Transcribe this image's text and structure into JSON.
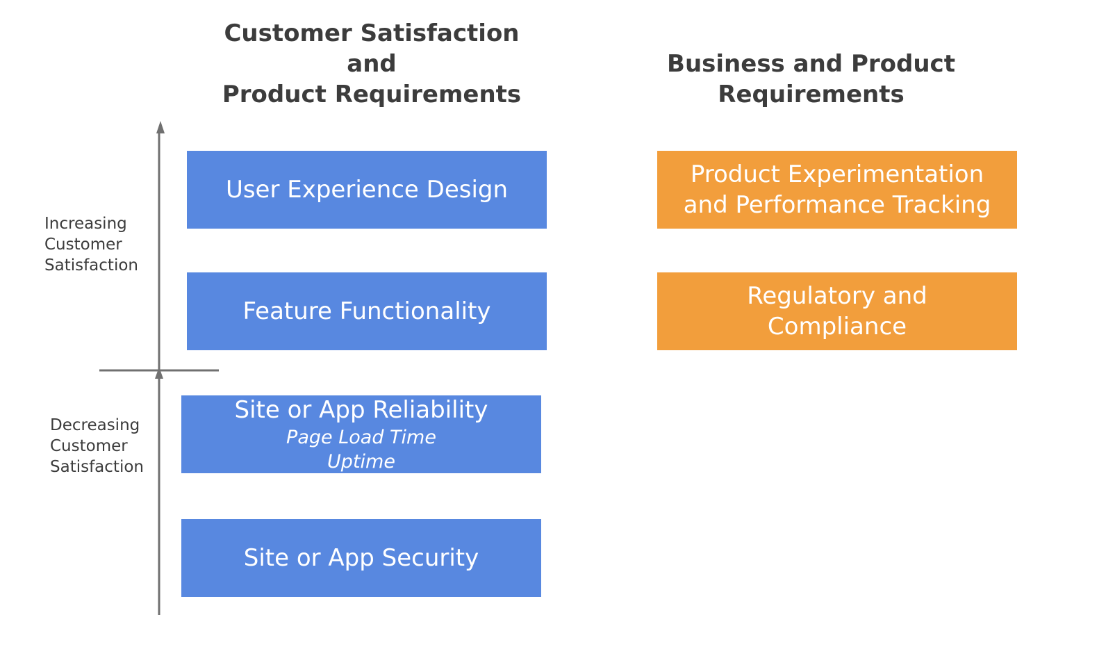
{
  "headings": {
    "left": "Customer Satisfaction\nand\nProduct Requirements",
    "right": "Business and Product\nRequirements"
  },
  "axis": {
    "upper_label": "Increasing\nCustomer\nSatisfaction",
    "lower_label": "Decreasing\nCustomer\nSatisfaction"
  },
  "colors": {
    "blue": "#5888e0",
    "orange": "#f29e3c",
    "axis": "#707070",
    "text": "#3c3c3c"
  },
  "left_boxes": [
    {
      "title": "User Experience Design"
    },
    {
      "title": "Feature Functionality"
    },
    {
      "title": "Site or App Reliability",
      "subitems": [
        "Page Load Time",
        "Uptime"
      ]
    },
    {
      "title": "Site or App Security"
    }
  ],
  "right_boxes": [
    {
      "title": "Product Experimentation\nand Performance Tracking"
    },
    {
      "title": "Regulatory and\nCompliance"
    }
  ]
}
